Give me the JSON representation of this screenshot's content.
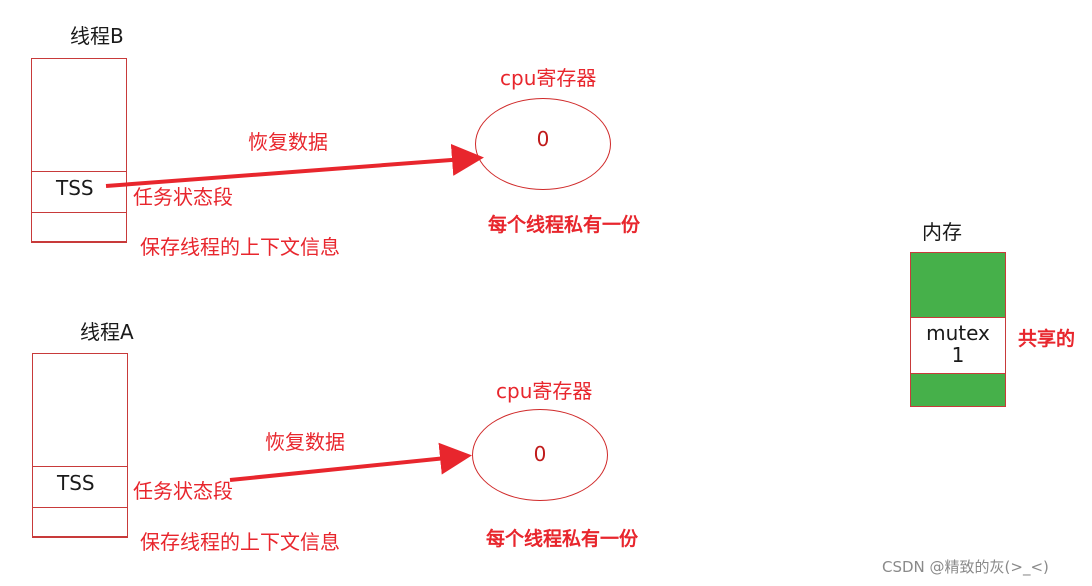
{
  "thread_b": {
    "title": "线程B",
    "tss_label": "TSS",
    "tss_desc": "任务状态段",
    "context_desc": "保存线程的上下文信息",
    "arrow_label": "恢复数据",
    "cpu_title": "cpu寄存器",
    "register_value": "0",
    "private_note": "每个线程私有一份"
  },
  "thread_a": {
    "title": "线程A",
    "tss_label": "TSS",
    "tss_desc": "任务状态段",
    "context_desc": "保存线程的上下文信息",
    "arrow_label": "恢复数据",
    "cpu_title": "cpu寄存器",
    "register_value": "0",
    "private_note": "每个线程私有一份"
  },
  "memory": {
    "title": "内存",
    "var_name": "mutex",
    "var_value": "1",
    "shared_note": "共享的"
  },
  "watermark": "CSDN @精致的灰(>_<)",
  "colors": {
    "red": "#e8262d",
    "green": "#46b04a",
    "box_border": "#c83a3a"
  }
}
